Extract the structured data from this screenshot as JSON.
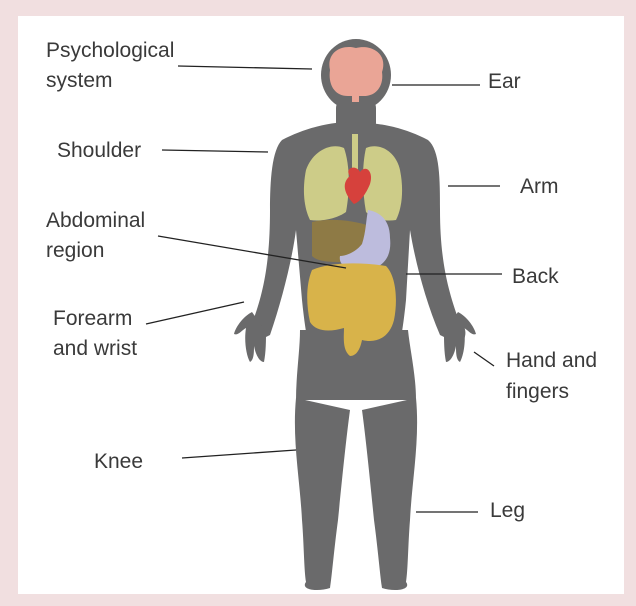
{
  "labels": {
    "psychological": "Psychological",
    "psychological2": "system",
    "ear": "Ear",
    "shoulder": "Shoulder",
    "arm": "Arm",
    "abdominal": "Abdominal",
    "abdominal2": "region",
    "back": "Back",
    "forearm": "Forearm",
    "forearm2": "and wrist",
    "hand": "Hand and",
    "hand2": "fingers",
    "knee": "Knee",
    "leg": "Leg"
  },
  "colors": {
    "background": "#f1dfe0",
    "panel": "#ffffff",
    "body": "#6a6a6b",
    "brain": "#eaa596",
    "lungs": "#cdcc88",
    "heart": "#d6413c",
    "liver": "#8e7a45",
    "stomach": "#bdbcdd",
    "intestines": "#d8b34a",
    "leader_lines": "#222222"
  }
}
